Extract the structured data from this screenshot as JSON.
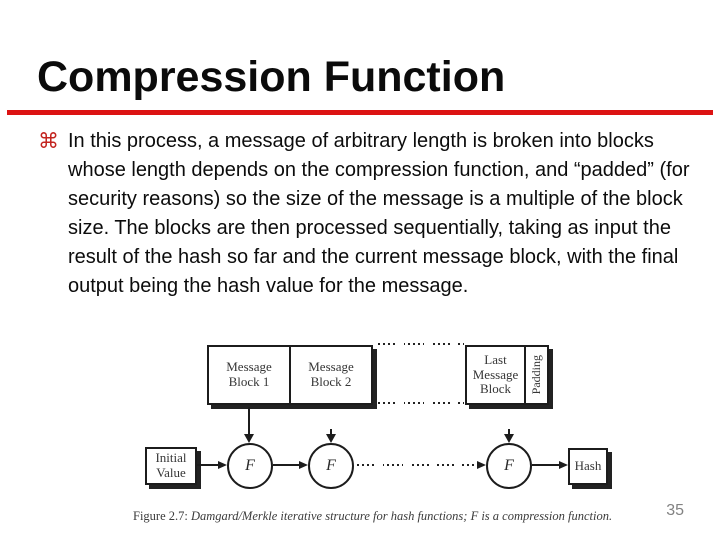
{
  "slide": {
    "title": "Compression Function",
    "page_number": "35"
  },
  "bullet": {
    "glyph": "⌘",
    "text": "In this process, a message of arbitrary length is broken into blocks whose length depends on the compression function, and “padded” (for security reasons) so the size of the message is a multiple of the block size. The blocks are then processed sequentially, taking as input the result of the hash so far and the current message block, with the final output being the hash value for the message."
  },
  "figure": {
    "block1_label": "Message Block 1",
    "block2_label": "Message Block 2",
    "last_block_label": "Last Message Block",
    "padding_label": "Padding",
    "initial_value_label": "Initial Value",
    "f_label": "F",
    "hash_label": "Hash",
    "caption_prefix": "Figure 2.7:",
    "caption_text": "Damgard/Merkle iterative structure for hash functions; F is a compression function."
  },
  "colors": {
    "accent_red": "#dc1313",
    "bullet_red": "#c3241f",
    "figure_ink": "#1c1c1c",
    "page_number_gray": "#828282"
  }
}
